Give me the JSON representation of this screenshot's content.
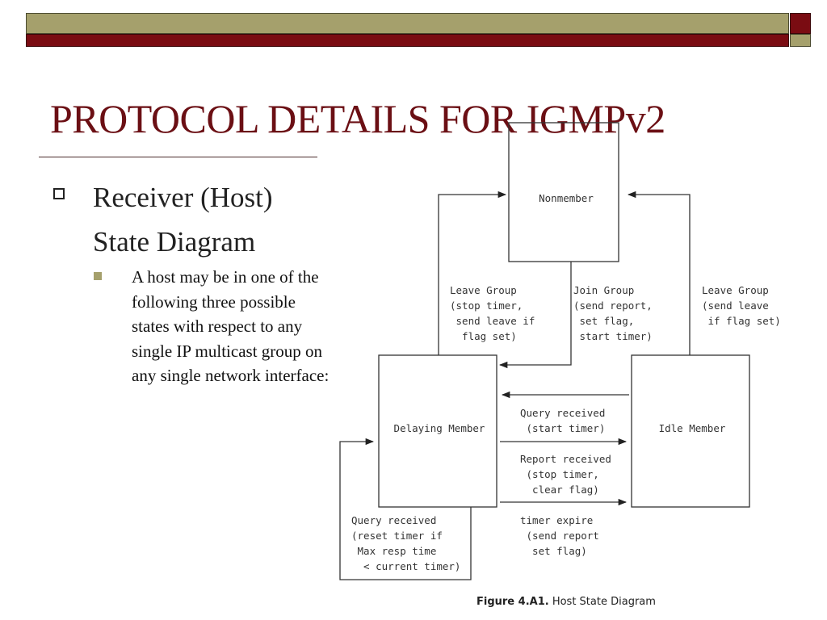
{
  "slide": {
    "title": "PROTOCOL DETAILS FOR IGMPv2",
    "bullet_level1": "Receiver (Host) State Diagram",
    "bullet_level2": "A host may be in one of the following three possible states with respect to any single IP multicast group on any single network interface:"
  },
  "diagram": {
    "states": {
      "nonmember": "Nonmember",
      "delaying": "Delaying Member",
      "idle": "Idle Member"
    },
    "transitions": {
      "leave_group_delaying": [
        "Leave Group",
        "(stop timer,",
        " send leave if",
        "  flag set)"
      ],
      "join_group": [
        "Join Group",
        "(send report,",
        " set flag,",
        " start timer)"
      ],
      "leave_group_idle": [
        "Leave Group",
        "(send leave",
        " if flag set)"
      ],
      "query_received_start": [
        "Query received",
        " (start timer)"
      ],
      "report_received": [
        "Report received",
        " (stop timer,",
        "  clear flag)"
      ],
      "timer_expires": [
        "timer expire",
        " (send report",
        "  set flag)"
      ],
      "query_received_reset": [
        "Query received",
        "(reset timer if",
        " Max resp time",
        "  < current timer)"
      ]
    },
    "caption_label": "Figure 4.A1.",
    "caption_text": "Host State Diagram"
  },
  "colors": {
    "olive": "#a5a06c",
    "dark_red": "#7a0c12",
    "title": "#6b0f14"
  }
}
